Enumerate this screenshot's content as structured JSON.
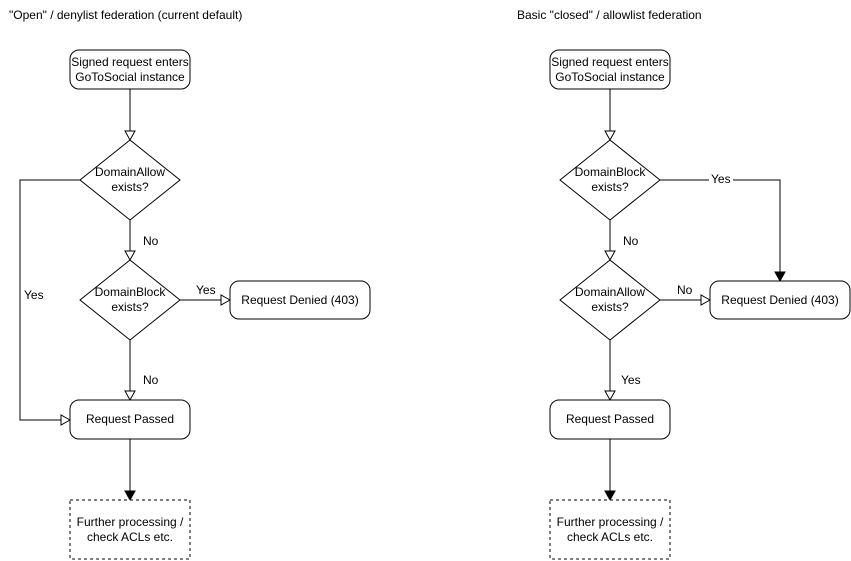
{
  "diagram": {
    "left": {
      "title": "\"Open\" / denylist federation (current default)",
      "nodes": {
        "start": "Signed request enters\nGoToSocial instance",
        "decision1": "DomainAllow\nexists?",
        "decision2": "DomainBlock\nexists?",
        "denied": "Request Denied (403)",
        "passed": "Request Passed",
        "further": "Further processing /\ncheck ACLs etc."
      },
      "labels": {
        "d1_yes": "Yes",
        "d1_no": "No",
        "d2_yes": "Yes",
        "d2_no": "No"
      }
    },
    "right": {
      "title": "Basic \"closed\" / allowlist federation",
      "nodes": {
        "start": "Signed request enters\nGoToSocial instance",
        "decision1": "DomainBlock\nexists?",
        "decision2": "DomainAllow\nexists?",
        "denied": "Request Denied (403)",
        "passed": "Request Passed",
        "further": "Further processing /\ncheck ACLs etc."
      },
      "labels": {
        "d1_yes": "Yes",
        "d1_no": "No",
        "d2_no": "No",
        "d2_yes": "Yes"
      }
    },
    "colors": {
      "stroke": "#000000",
      "background": "#ffffff"
    }
  }
}
